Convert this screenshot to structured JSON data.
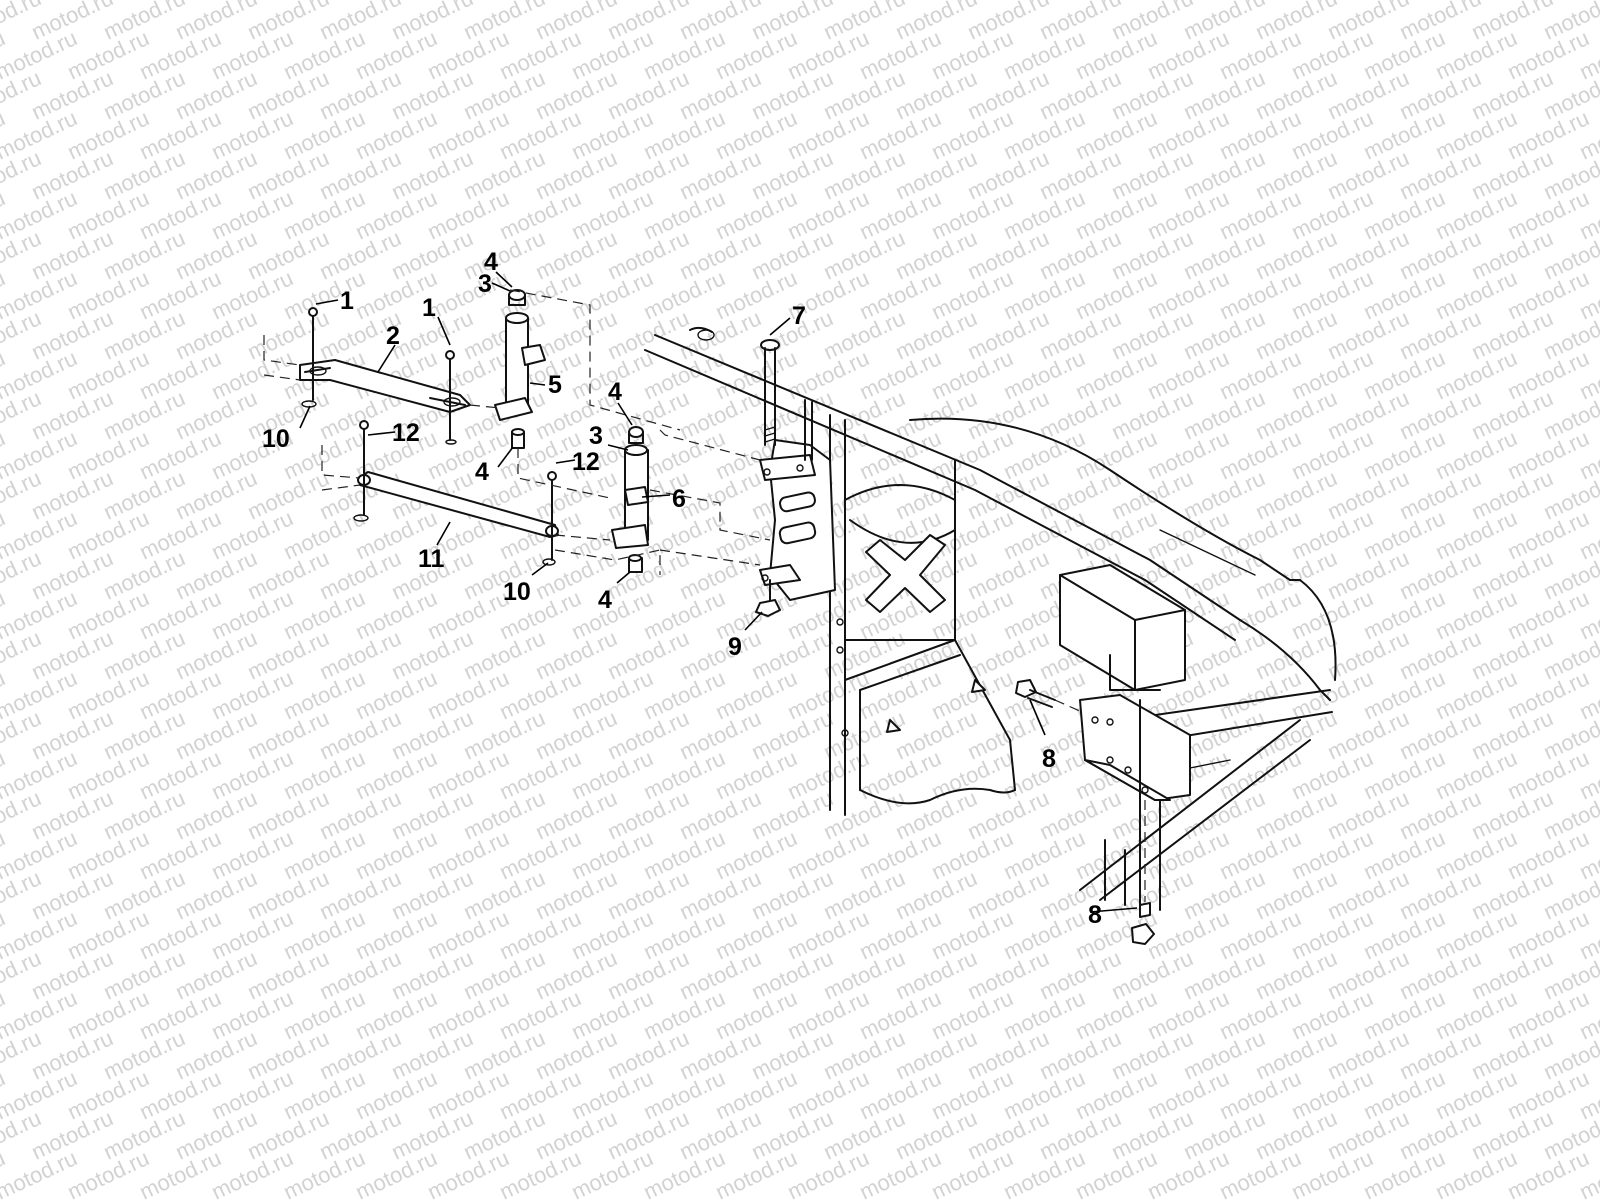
{
  "watermark": {
    "text": "motod.ru",
    "color": "#d2d2d2"
  },
  "callouts": [
    {
      "id": "c1a",
      "label": "1"
    },
    {
      "id": "c1b",
      "label": "1"
    },
    {
      "id": "c2",
      "label": "2"
    },
    {
      "id": "c3a",
      "label": "3"
    },
    {
      "id": "c4a",
      "label": "4"
    },
    {
      "id": "c5",
      "label": "5"
    },
    {
      "id": "c10a",
      "label": "10"
    },
    {
      "id": "c12a",
      "label": "12"
    },
    {
      "id": "c4b",
      "label": "4"
    },
    {
      "id": "c12b",
      "label": "12"
    },
    {
      "id": "c4c",
      "label": "4"
    },
    {
      "id": "c3b",
      "label": "3"
    },
    {
      "id": "c6",
      "label": "6"
    },
    {
      "id": "c11",
      "label": "11"
    },
    {
      "id": "c10b",
      "label": "10"
    },
    {
      "id": "c4d",
      "label": "4"
    },
    {
      "id": "c7",
      "label": "7"
    },
    {
      "id": "c9",
      "label": "9"
    },
    {
      "id": "c8a",
      "label": "8"
    },
    {
      "id": "c8b",
      "label": "8"
    }
  ]
}
